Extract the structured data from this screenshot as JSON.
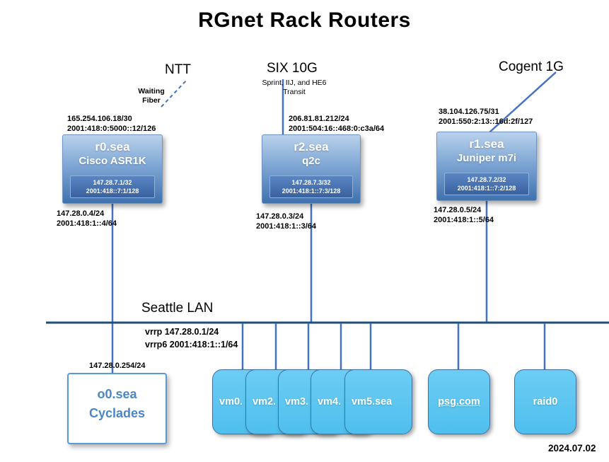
{
  "title": "RGnet Rack Routers",
  "date": "2024.07.02",
  "uplinks": {
    "ntt": {
      "label": "NTT",
      "note": "Waiting\nFiber"
    },
    "six": {
      "label": "SIX 10G",
      "note": "Sprint, IIJ, and HE6\nTransit"
    },
    "cogent": {
      "label": "Cogent 1G"
    }
  },
  "routers": [
    {
      "name": "r0.sea",
      "model": "Cisco ASR1K",
      "wan": "165.254.106.18/30\n2001:418:0:5000::12/126",
      "loopback": "147.28.7.1/32\n2001:418::7:1/128",
      "lan": "147.28.0.4/24\n2001:418:1::4/64"
    },
    {
      "name": "r2.sea",
      "model": "q2c",
      "wan": "206.81.81.212/24\n2001:504:16::468:0:c3a/64",
      "loopback": "147.28.7.3/32\n2001:418:1::7:3/128",
      "lan": "147.28.0.3/24\n2001:418:1::3/64"
    },
    {
      "name": "r1.sea",
      "model": "Juniper m7i",
      "wan": "38.104.126.75/31\n2001:550:2:13::16d:2f/127",
      "loopback": "147.28.7.2/32\n2001:418:1::7:2/128",
      "lan": "147.28.0.5/24\n2001:418:1::5/64"
    }
  ],
  "lan": {
    "label": "Seattle LAN",
    "vrrp": "vrrp 147.28.0.1/24\nvrrp6 2001:418:1::1/64"
  },
  "devices": {
    "console": {
      "name": "o0.sea",
      "model": "Cyclades",
      "ip": "147.28.0.254/24"
    },
    "vms": [
      "vm0.",
      "vm2.",
      "vm3.",
      "vm4.",
      "vm5.sea"
    ],
    "psg": "psg.com",
    "raid": "raid0"
  },
  "colors": {
    "router_gradient_top": "#b9d2ec",
    "router_gradient_bottom": "#3f72ae",
    "vm_fill": "#4fbfee",
    "connector_line": "#4472c4",
    "lan_line": "#1f4e79",
    "console_text": "#4a86c8"
  }
}
